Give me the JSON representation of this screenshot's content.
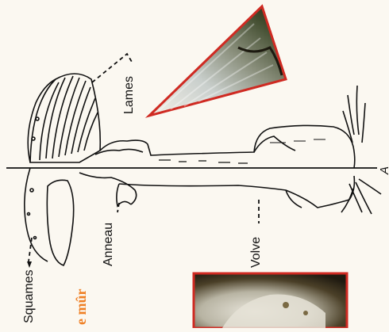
{
  "labels": {
    "squames": "Squames",
    "anneau": "Anneau",
    "volve": "Volve",
    "lames": "Lames",
    "axis": "A",
    "partial_text": "e mûr"
  },
  "colors": {
    "background": "#fbf8f1",
    "ink": "#111111",
    "photo_frame": "#cf2a22",
    "accent_text": "#ef7f24"
  },
  "photos": [
    {
      "name": "gills-closeup-photo",
      "frame": "triangle"
    },
    {
      "name": "mushroom-photo",
      "frame": "rectangle"
    }
  ]
}
